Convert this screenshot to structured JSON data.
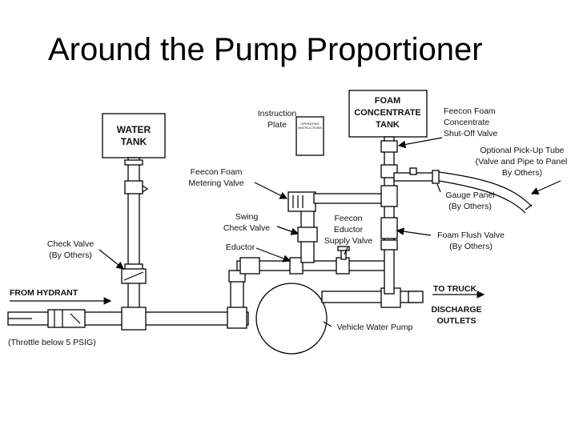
{
  "title": "Around the Pump Proportioner",
  "tanks": {
    "water_line1": "WATER",
    "water_line2": "TANK",
    "foam_line1": "FOAM",
    "foam_line2": "CONCENTRATE",
    "foam_line3": "TANK"
  },
  "plate": {
    "label_line1": "Instruction",
    "label_line2": "Plate",
    "inner_line1": "OPERATING",
    "inner_line2": "INSTRUCTIONS"
  },
  "labels": {
    "shutoff_line1": "Feecon Foam",
    "shutoff_line2": "Concentrate",
    "shutoff_line3": "Shut-Off Valve",
    "pickup_line1": "Optional Pick-Up Tube",
    "pickup_line2": "(Valve and Pipe to Panel",
    "pickup_line3": "By Others)",
    "metering_line1": "Feecon Foam",
    "metering_line2": "Metering Valve",
    "gauge_line1": "Gauge Panel",
    "gauge_line2": "(By Others)",
    "swing_line1": "Swing",
    "swing_line2": "Check Valve",
    "supply_line1": "Feecon",
    "supply_line2": "Eductor",
    "supply_line3": "Supply Valve",
    "flush_line1": "Foam Flush Valve",
    "flush_line2": "(By Others)",
    "check_line1": "Check Valve",
    "check_line2": "(By Others)",
    "eductor": "Eductor",
    "from_hydrant": "FROM HYDRANT",
    "to_truck": "TO TRUCK",
    "discharge_line1": "DISCHARGE",
    "discharge_line2": "OUTLETS",
    "pump": "Vehicle Water Pump",
    "throttle": "(Throttle below 5 PSIG)"
  }
}
